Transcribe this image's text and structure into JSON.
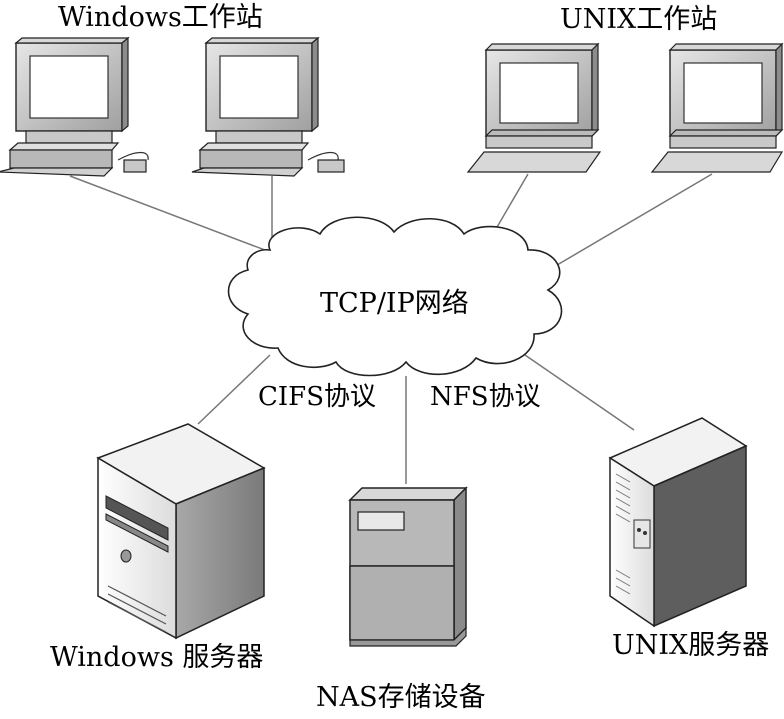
{
  "diagram": {
    "group_labels": {
      "windows_workstations": "Windows工作站",
      "unix_workstations": "UNIX工作站"
    },
    "network": {
      "label": "TCP/IP网络"
    },
    "protocols": {
      "cifs": "CIFS协议",
      "nfs": "NFS协议"
    },
    "servers": {
      "windows": "Windows 服务器",
      "nas": "NAS存储设备",
      "unix": "UNIX服务器"
    }
  },
  "colors": {
    "line": "#777777",
    "outline": "#222222",
    "panel_light": "#f4f4f4",
    "panel_mid": "#cfcfcf",
    "panel_dark": "#9a9a9a",
    "screen": "#ffffff"
  }
}
